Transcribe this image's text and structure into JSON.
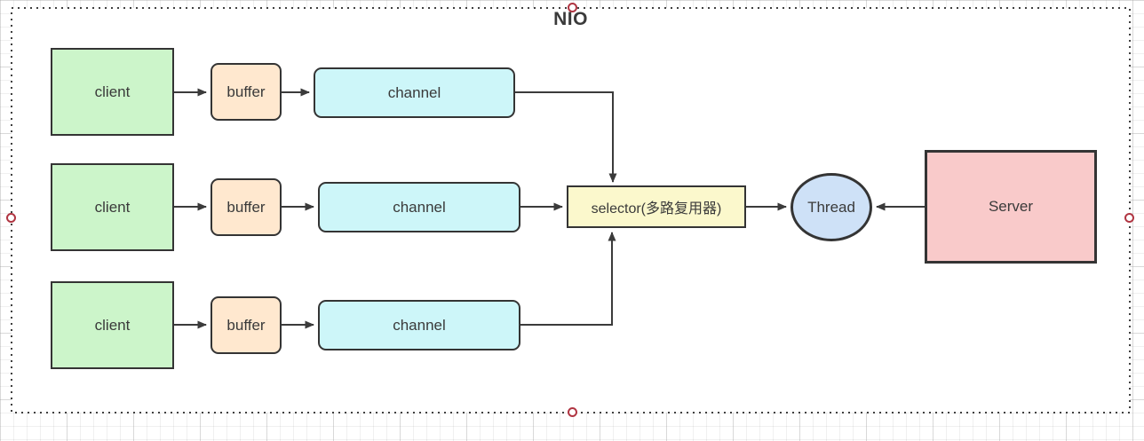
{
  "diagram": {
    "title": "NIO",
    "rows": [
      {
        "client": "client",
        "buffer": "buffer",
        "channel": "channel"
      },
      {
        "client": "client",
        "buffer": "buffer",
        "channel": "channel"
      },
      {
        "client": "client",
        "buffer": "buffer",
        "channel": "channel"
      }
    ],
    "selector": {
      "label": "selector(多路复用器)"
    },
    "thread": {
      "label": "Thread"
    },
    "server": {
      "label": "Server"
    }
  },
  "palette": {
    "client_fill": "#ccf5ca",
    "buffer_fill": "#ffe8cf",
    "channel_fill": "#cdf6f9",
    "selector_fill": "#fbf8cc",
    "thread_fill": "#cee1f7",
    "server_fill": "#f9caca",
    "shape_border": "#343434",
    "arrow": "#3b3b3b",
    "selection_handle": "#b03542"
  }
}
